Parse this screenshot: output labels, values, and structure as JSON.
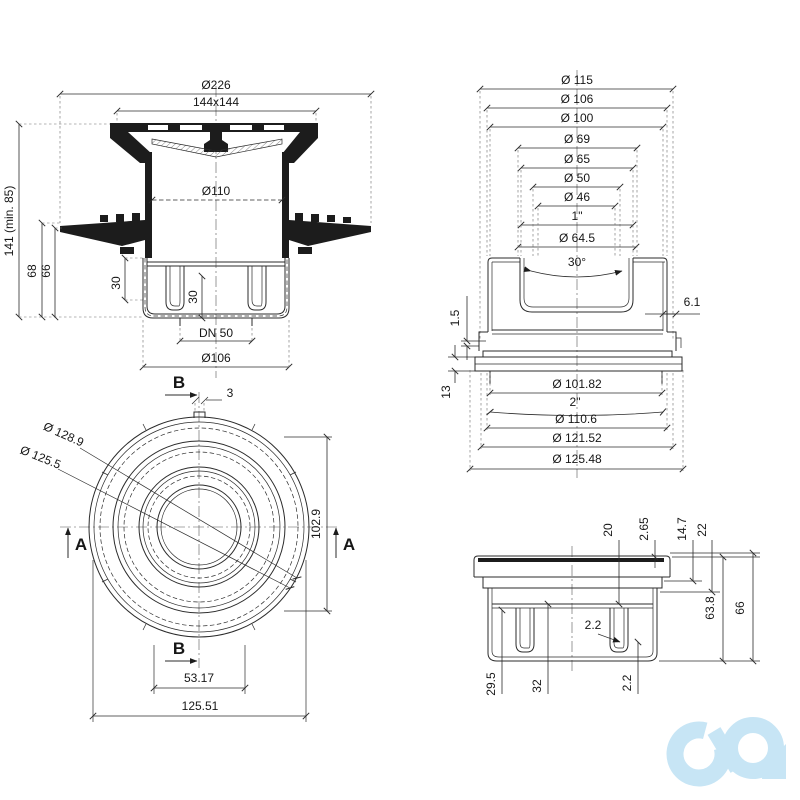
{
  "drawing": {
    "background_color": "#ffffff",
    "line_color": "#2b2b2b",
    "description": "Technical drawing of floor drain with four views"
  },
  "front_section": {
    "dia226": "Ø226",
    "square144": "144x144",
    "dia110": "Ø110",
    "height141": "141 (min. 85)",
    "h68": "68",
    "h66": "66",
    "depth30_outer": "30",
    "depth30_inner": "30",
    "outlet": "DN 50",
    "dia106": "Ø106"
  },
  "detail_section": {
    "dia115": "Ø 115",
    "dia106": "Ø 106",
    "dia100": "Ø 100",
    "dia69": "Ø 69",
    "dia65": "Ø 65",
    "dia50": "Ø 50",
    "dia46": "Ø 46",
    "thread_1in": "1\"",
    "dia64_5": "Ø 64.5",
    "angle30": "30°",
    "wall6_1": "6.1",
    "step1_5": "1.5",
    "h13": "13",
    "dia101_82": "Ø 101.82",
    "thread_2in": "2\"",
    "dia110_6": "Ø 110.6",
    "dia121_52": "Ø 121.52",
    "dia125_48": "Ø 125.48"
  },
  "top_view": {
    "section_b_top": "B",
    "tab3": "3",
    "dia128_9": "Ø 128.9",
    "dia125_5": "Ø 125.5",
    "h102_9": "102.9",
    "section_a_left": "A",
    "section_a_right": "A",
    "section_b_bottom": "B",
    "w53_17": "53.17",
    "w125_51": "125.51"
  },
  "side_section": {
    "d20": "20",
    "t2_65": "2.65",
    "d14_7": "14.7",
    "d22": "22",
    "h63_8": "63.8",
    "h66": "66",
    "wall2_2": "2.2",
    "d29_5": "29.5",
    "d32": "32",
    "bottom2_2": "2.2"
  },
  "watermark": {
    "name": "cd logo watermark",
    "color": "#c7e5f5"
  }
}
